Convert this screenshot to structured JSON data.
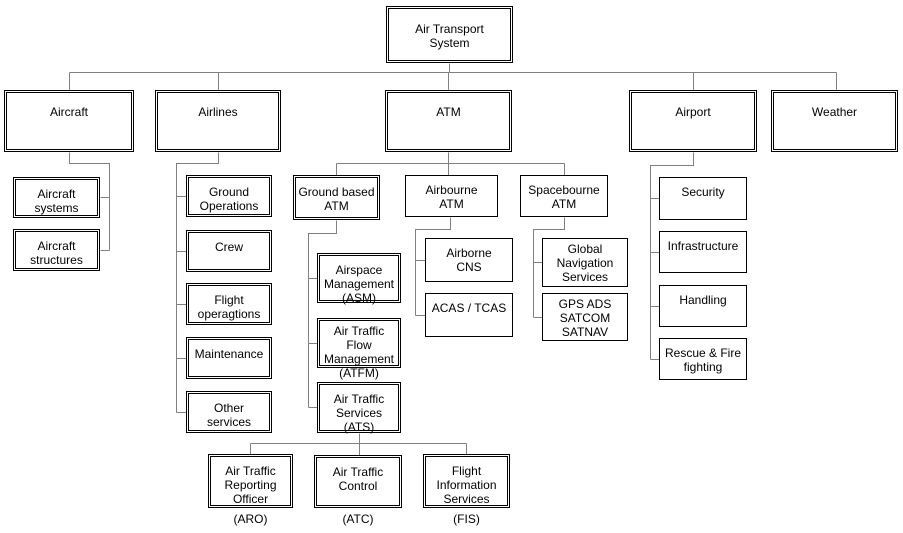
{
  "diagram": {
    "title": "Air Transport System",
    "root": {
      "label": "Air Transport\nSystem"
    },
    "branches": [
      {
        "label": "Aircraft",
        "children": [
          {
            "label": "Aircraft\nsystems"
          },
          {
            "label": "Aircraft\nstructures"
          }
        ]
      },
      {
        "label": "Airlines",
        "children": [
          {
            "label": "Ground\nOperations"
          },
          {
            "label": "Crew"
          },
          {
            "label": "Flight\noperagtions"
          },
          {
            "label": "Maintenance"
          },
          {
            "label": "Other\nservices"
          }
        ]
      },
      {
        "label": "ATM",
        "children": [
          {
            "label": "Ground based\nATM",
            "children": [
              {
                "label": "Airspace\nManagement\n(ASM)"
              },
              {
                "label": "Air Traffic Flow\nManagement\n(ATFM)"
              },
              {
                "label": "Air Traffic\nServices\n(ATS)",
                "children": [
                  {
                    "label": "Air Traffic\nReporting\nOfficer",
                    "caption": "(ARO)"
                  },
                  {
                    "label": "Air Traffic\nControl",
                    "caption": "(ATC)"
                  },
                  {
                    "label": "Flight\nInformation\nServices",
                    "caption": "(FIS)"
                  }
                ]
              }
            ]
          },
          {
            "label": "Airbourne\nATM",
            "children": [
              {
                "label": "Airborne\nCNS"
              },
              {
                "label": "ACAS / TCAS"
              }
            ]
          },
          {
            "label": "Spacebourne\nATM",
            "children": [
              {
                "label": "Global\nNavigation\nServices"
              },
              {
                "label": "GPS ADS\nSATCOM\nSATNAV"
              }
            ]
          }
        ]
      },
      {
        "label": "Airport",
        "children": [
          {
            "label": "Security"
          },
          {
            "label": "Infrastructure"
          },
          {
            "label": "Handling"
          },
          {
            "label": "Rescue & Fire\nfighting"
          }
        ]
      },
      {
        "label": "Weather"
      }
    ]
  },
  "colors": {
    "box_border": "#000000",
    "connector": "#808080",
    "background": "#ffffff",
    "text": "#000000"
  }
}
